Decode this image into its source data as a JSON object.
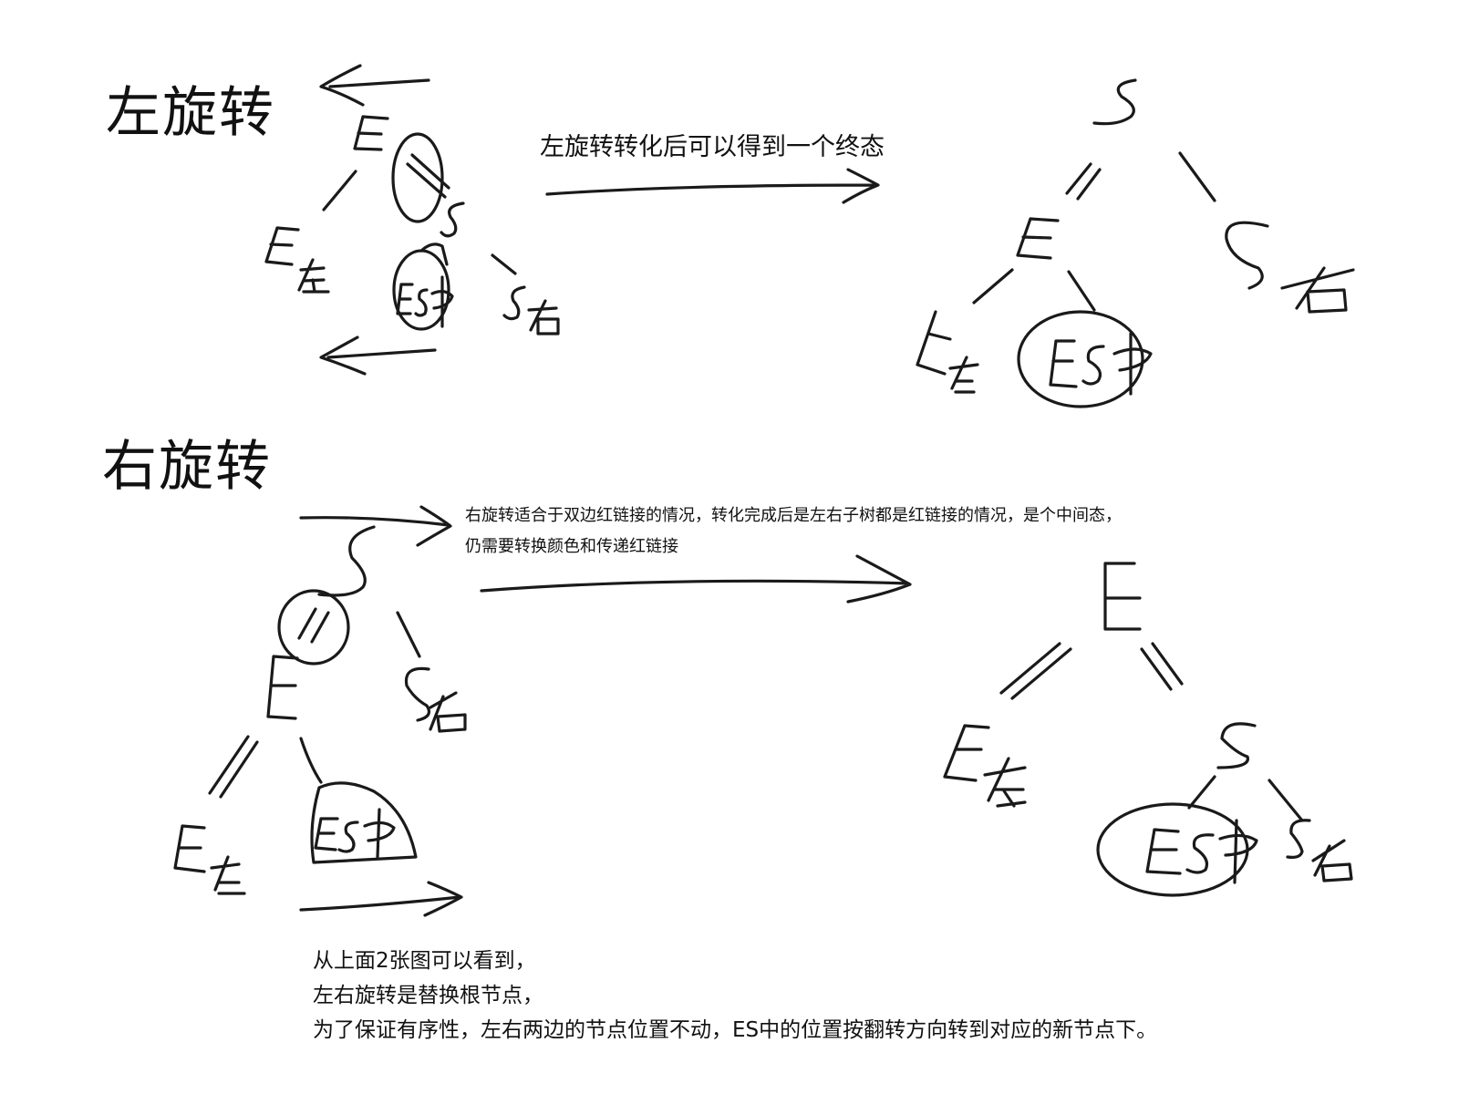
{
  "left_rotation": {
    "title": "左旋转",
    "note": "左旋转转化后可以得到一个终态"
  },
  "right_rotation": {
    "title": "右旋转",
    "note": [
      "右旋转适合于双边红链接的情况，转化完成后是左右子树都是红链接的情况，是个中间态，",
      "仍需要转换颜色和传递红链接"
    ]
  },
  "summary": [
    "从上面2张图可以看到，",
    "左右旋转是替换根节点，",
    "为了保证有序性，左右两边的节点位置不动，ES中的位置按翻转方向转到对应的新节点下。"
  ]
}
